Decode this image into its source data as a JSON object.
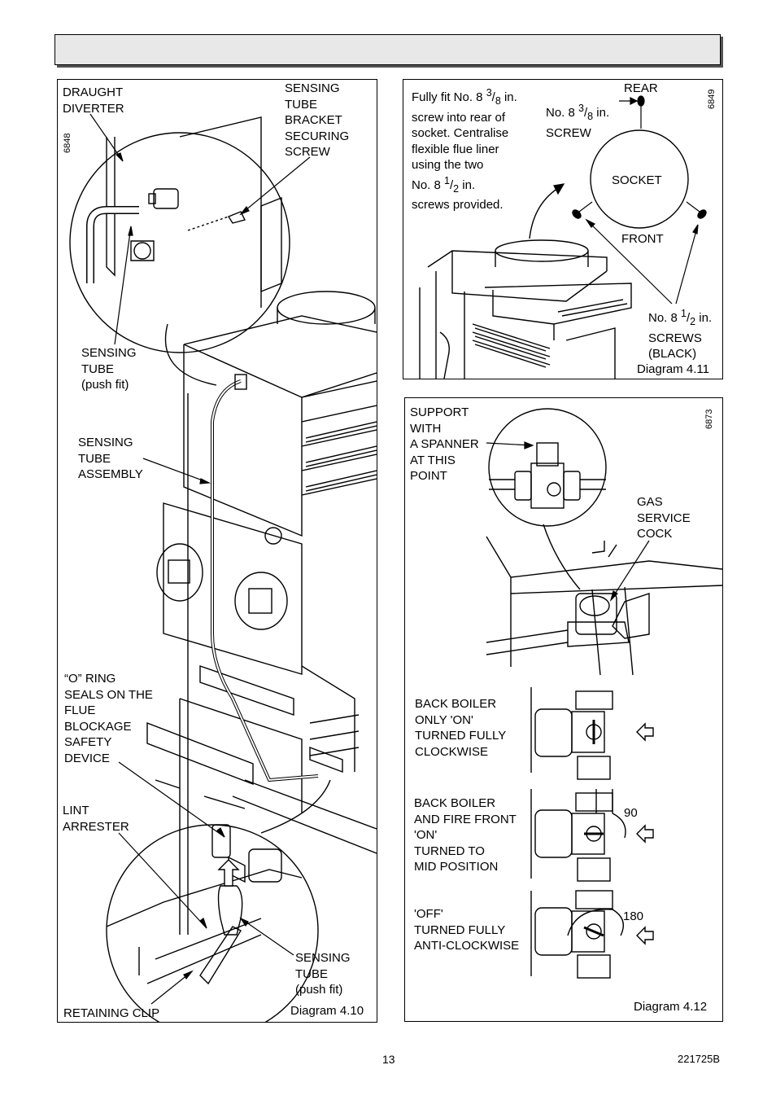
{
  "page": {
    "page_number": "13",
    "doc_code": "221725B"
  },
  "diagram_410": {
    "caption": "Diagram 4.10",
    "code": "6848",
    "labels": {
      "draught_diverter": "DRAUGHT\nDIVERTER",
      "bracket_screw": "SENSING\nTUBE\nBRACKET\nSECURING\nSCREW",
      "sensing_tube_push_fit_top": "SENSING\nTUBE\n(push fit)",
      "sensing_tube_assembly": "SENSING\nTUBE\nASSEMBLY",
      "o_ring_seals": "“O” RING\nSEALS ON THE\nFLUE\nBLOCKAGE\nSAFETY\nDEVICE",
      "lint_arrester": "LINT\nARRESTER",
      "sensing_tube_push_fit_bottom": "SENSING\nTUBE\n(push fit)",
      "retaining_clip": "RETAINING CLIP"
    }
  },
  "diagram_411": {
    "caption": "Diagram 4.11",
    "code": "6849",
    "instruction": {
      "line1_pre": "Fully fit No. 8 ",
      "line1_sup": "3",
      "line1_sub": "8",
      "line1_post": " in.",
      "rest": "screw into rear of\nsocket. Centralise\nflexible flue liner\nusing the two",
      "line6_pre": "No. 8 ",
      "line6_sup": "1",
      "line6_sub": "2",
      "line6_post": " in.",
      "line7": "screws provided."
    },
    "labels": {
      "rear": "REAR",
      "screw_pre": "No. 8 ",
      "screw_sup": "3",
      "screw_sub": "8",
      "screw_post": " in.",
      "screw_line2": "SCREW",
      "socket": "SOCKET",
      "front": "FRONT",
      "screws_pre": "No. 8 ",
      "screws_sup": "1",
      "screws_sub": "2",
      "screws_post": " in.",
      "screws_rest": "SCREWS\n(BLACK)"
    }
  },
  "diagram_412": {
    "caption": "Diagram 4.12",
    "code": "6873",
    "labels": {
      "support": "SUPPORT\nWITH\nA SPANNER\nAT THIS\nPOINT",
      "gas_service_cock": "GAS\nSERVICE\nCOCK",
      "state_back_boiler": "BACK BOILER\nONLY 'ON'\nTURNED FULLY\nCLOCKWISE",
      "state_mid": "BACK BOILER\nAND FIRE FRONT\n'ON'\nTURNED TO\nMID POSITION",
      "state_off": "'OFF'\nTURNED FULLY\nANTI-CLOCKWISE",
      "angle_90": "90",
      "angle_180": "180"
    }
  }
}
